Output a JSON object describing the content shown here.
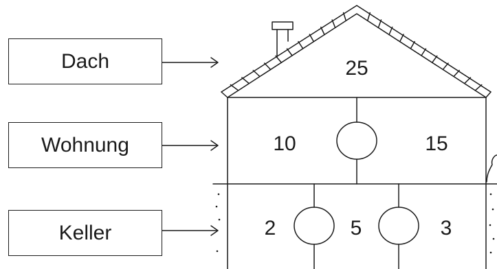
{
  "labels": {
    "roof": "Dach",
    "apartment": "Wohnung",
    "basement": "Keller"
  },
  "values": {
    "roof": "25",
    "apartment_left": "10",
    "apartment_right": "15",
    "basement_left": "2",
    "basement_middle": "5",
    "basement_right": "3"
  },
  "colors": {
    "line": "#1a1a1a",
    "background": "#ffffff"
  }
}
